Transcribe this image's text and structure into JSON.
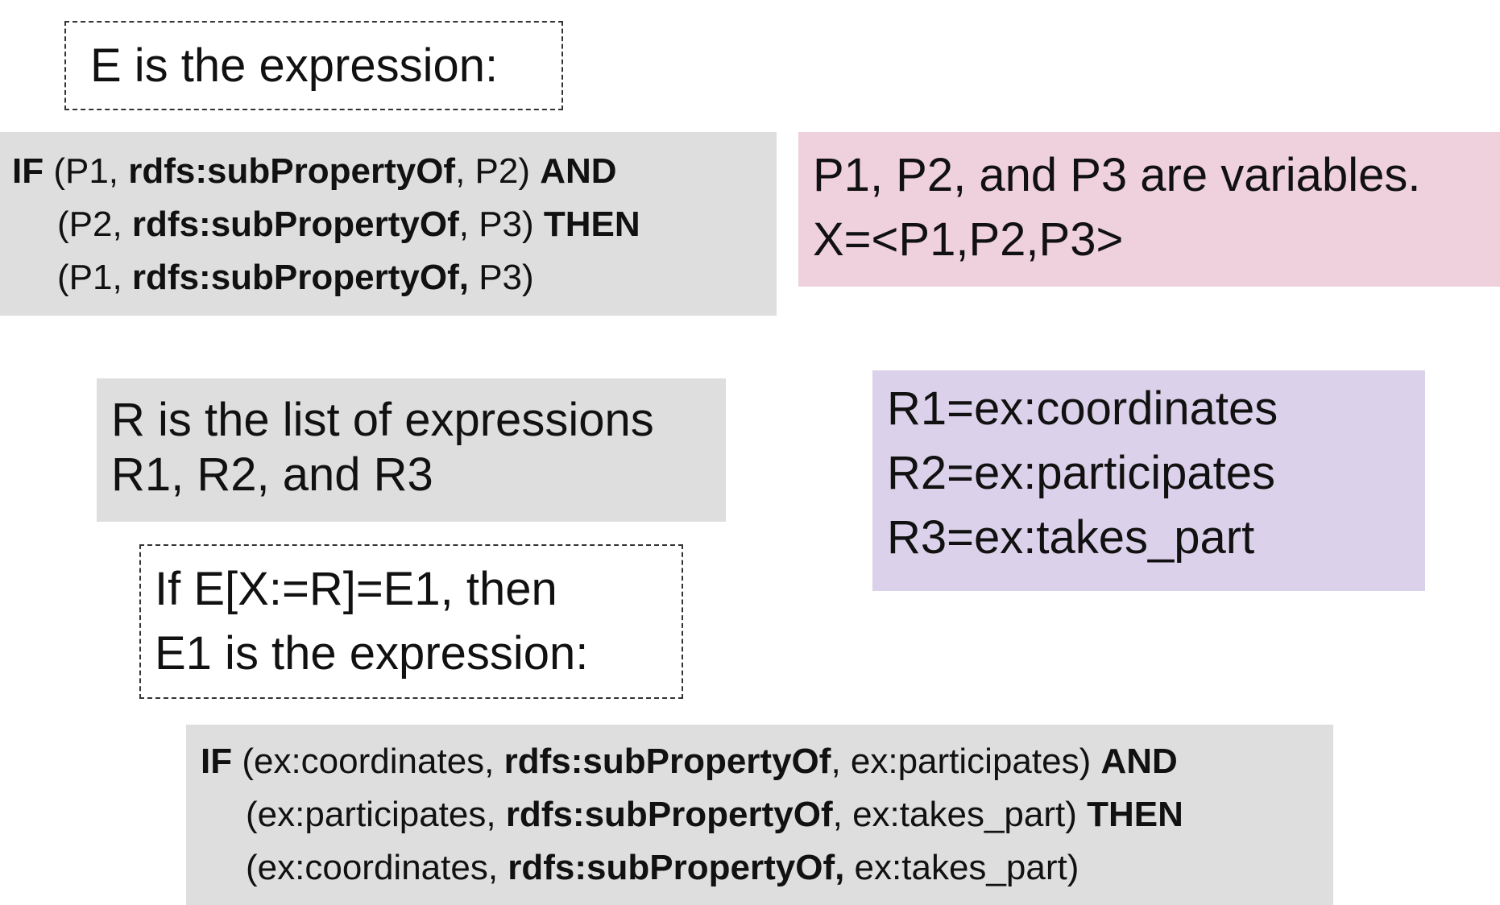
{
  "e_box": {
    "text": "E is the expression:"
  },
  "rule_box": {
    "line1": {
      "kw": "IF",
      "open": " (P1, ",
      "pred": "rdfs:subPropertyOf",
      "rest": ", P2) ",
      "tail": "AND"
    },
    "line2": {
      "open": "(P2, ",
      "pred": "rdfs:subPropertyOf",
      "rest": ", P3) ",
      "tail": "THEN"
    },
    "line3": {
      "open": "(P1, ",
      "pred": "rdfs:subPropertyOf,",
      "rest": " P3)"
    }
  },
  "vars_box": {
    "line1": "P1, P2, and P3 are variables.",
    "line2": "X=<P1,P2,P3>"
  },
  "r_box": {
    "line1": "R is the list of expressions",
    "line2": "R1, R2, and R3"
  },
  "r_values_box": {
    "line1": "R1=ex:coordinates",
    "line2": "R2=ex:participates",
    "line3": "R3=ex:takes_part"
  },
  "if_box": {
    "line1": "If E[X:=R]=E1, then",
    "line2": "E1 is the expression:"
  },
  "result_box": {
    "line1": {
      "kw": "IF",
      "open": " (ex:coordinates, ",
      "pred": "rdfs:subPropertyOf",
      "rest": ", ex:participates) ",
      "tail": "AND"
    },
    "line2": {
      "open": "(ex:participates, ",
      "pred": "rdfs:subPropertyOf",
      "rest": ", ex:takes_part) ",
      "tail": "THEN"
    },
    "line3": {
      "open": "(ex:coordinates, ",
      "pred": "rdfs:subPropertyOf,",
      "rest": " ex:takes_part)"
    }
  },
  "colors": {
    "gray_box": "#dedede",
    "pink_box": "#efd0dd",
    "lavender_box": "#dcd1ea",
    "dashed_border": "#333333"
  }
}
